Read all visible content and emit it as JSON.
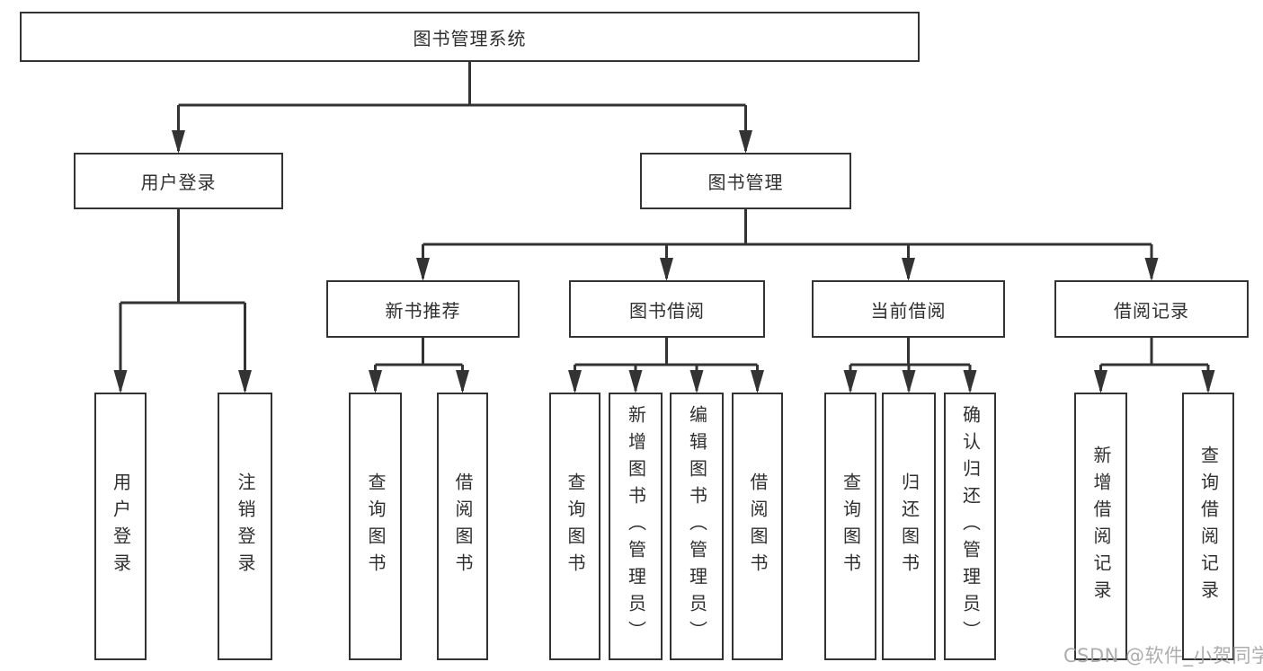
{
  "diagram": {
    "root": {
      "label": "图书管理系统"
    },
    "level1": [
      {
        "label": "用户登录"
      },
      {
        "label": "图书管理"
      }
    ],
    "level2": [
      {
        "label": "新书推荐"
      },
      {
        "label": "图书借阅"
      },
      {
        "label": "当前借阅"
      },
      {
        "label": "借阅记录"
      }
    ],
    "leaves": {
      "user_login": [
        "用户登录",
        "注销登录"
      ],
      "new_book_recommend": [
        "查询图书",
        "借阅图书"
      ],
      "book_borrow": [
        "查询图书",
        "新增图书（管理员）",
        "编辑图书（管理员）",
        "借阅图书"
      ],
      "current_borrow": [
        "查询图书",
        "归还图书",
        "确认归还（管理员）"
      ],
      "borrow_records": [
        "新增借阅记录",
        "查询借阅记录"
      ]
    },
    "watermark": "CSDN @软件_小贺同学",
    "colors": {
      "line": "#333333",
      "text": "#2f2f2f",
      "box_background": "#ffffff",
      "page_background": "#ffffff",
      "watermark": "#a2a2a2"
    }
  }
}
